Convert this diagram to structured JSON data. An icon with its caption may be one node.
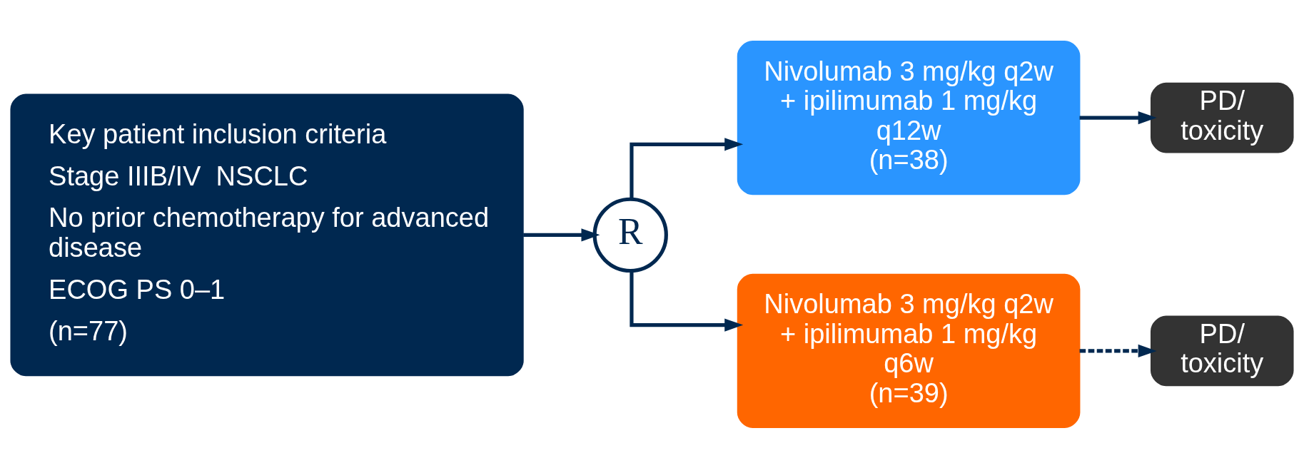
{
  "diagram": {
    "nodes": [
      {
        "text": [
          "Key patient inclusion criteria",
          "Stage IIIB/IV  NSCLC",
          "No prior chemotherapy for advanced disease",
          "ECOG PS 0–1",
          "(n=77)"
        ]
      },
      {
        "text": [
          "R"
        ]
      },
      {
        "text": [
          "Nivolumab 3 mg/kg q2w + ipilimumab 1 mg/kg q12w",
          "(n=38)"
        ]
      },
      {
        "text": [
          "PD/ toxicity"
        ]
      },
      {
        "text": [
          "Nivolumab 3 mg/kg q2w + ipilimumab 1 mg/kg q6w",
          "(n=39)"
        ]
      },
      {
        "text": [
          "PD/ toxicity"
        ]
      }
    ],
    "edges": [
      {
        "from": 0,
        "to": 1,
        "arrow": "to"
      },
      {
        "from": 1,
        "to": 2,
        "arrow": "to"
      },
      {
        "from": 1,
        "to": 4,
        "arrow": "to"
      },
      {
        "from": 2,
        "to": 3,
        "arrow": "to"
      },
      {
        "from": 4,
        "to": 5,
        "arrow": "to",
        "style": "dashed"
      }
    ]
  }
}
